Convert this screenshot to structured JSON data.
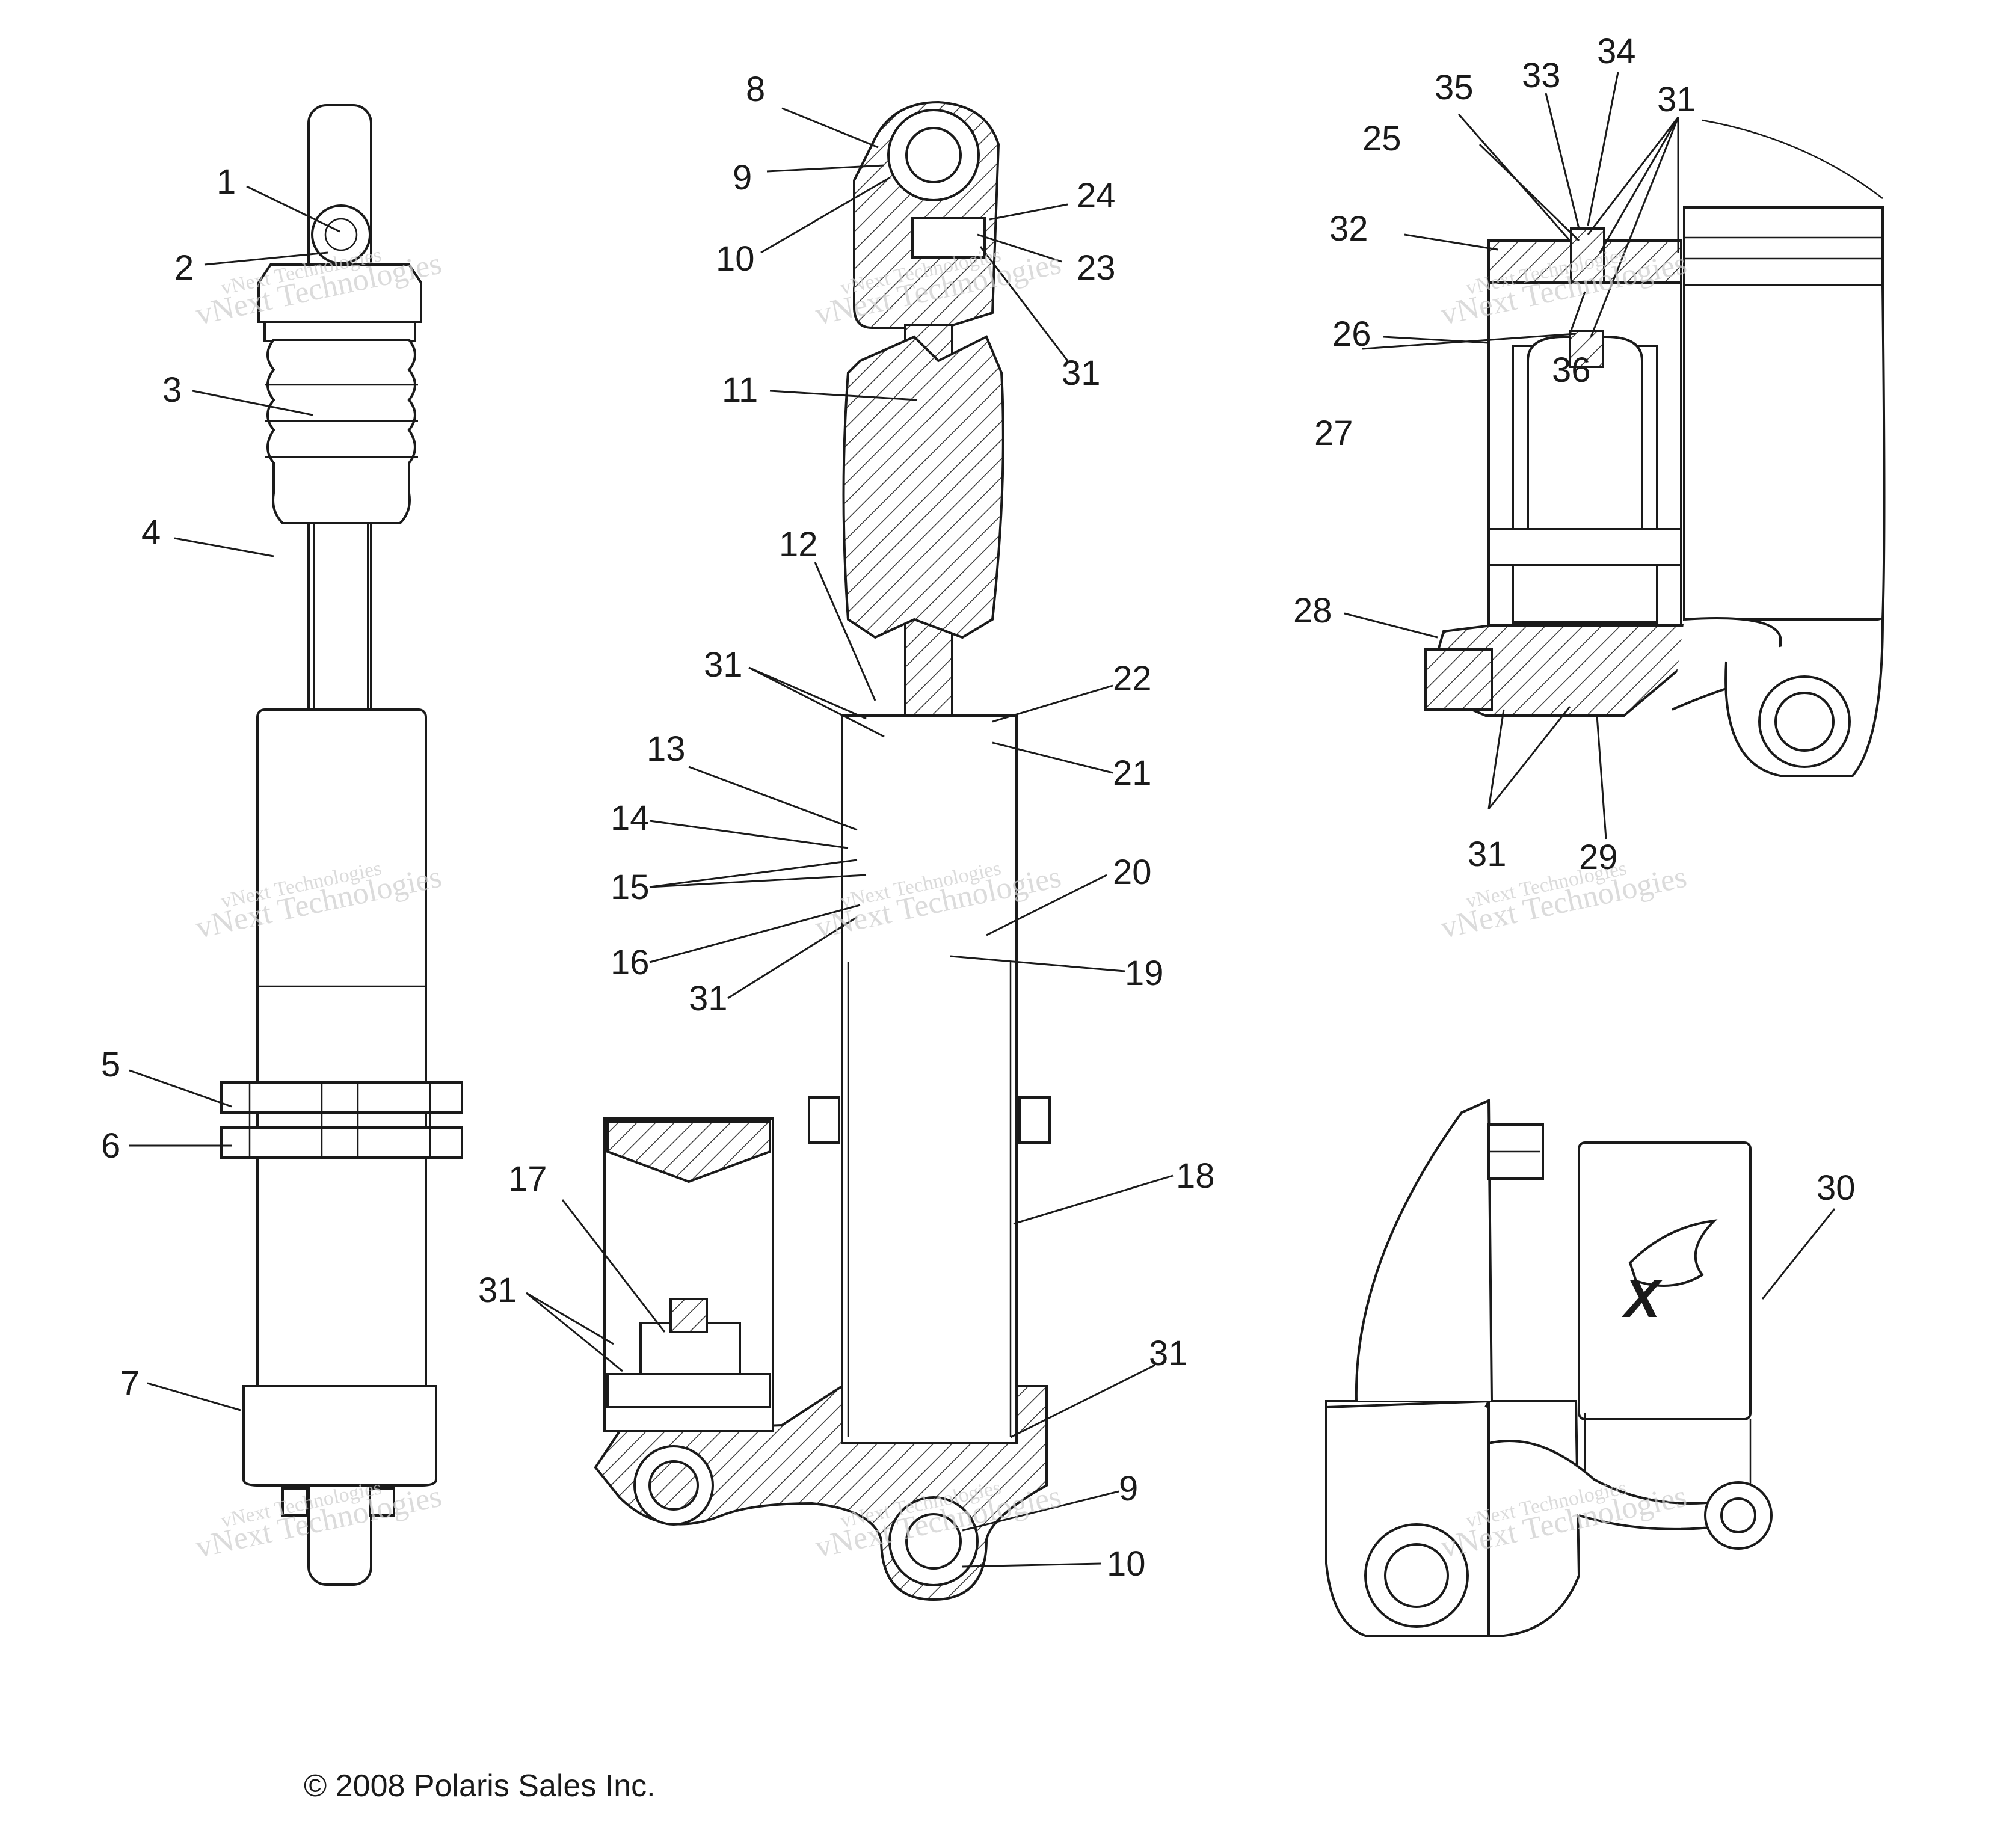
{
  "copyright": "© 2008  Polaris Sales Inc.",
  "watermark": {
    "line1": "vNext Technologies",
    "line2": "vNext Technologies"
  },
  "callouts": [
    {
      "id": "c1",
      "text": "1"
    },
    {
      "id": "c2",
      "text": "2"
    },
    {
      "id": "c3",
      "text": "3"
    },
    {
      "id": "c4",
      "text": "4"
    },
    {
      "id": "c5",
      "text": "5"
    },
    {
      "id": "c6",
      "text": "6"
    },
    {
      "id": "c7",
      "text": "7"
    },
    {
      "id": "c8",
      "text": "8"
    },
    {
      "id": "c9a",
      "text": "9"
    },
    {
      "id": "c10a",
      "text": "10"
    },
    {
      "id": "c11",
      "text": "11"
    },
    {
      "id": "c12",
      "text": "12"
    },
    {
      "id": "c13",
      "text": "13"
    },
    {
      "id": "c14",
      "text": "14"
    },
    {
      "id": "c15",
      "text": "15"
    },
    {
      "id": "c16",
      "text": "16"
    },
    {
      "id": "c17",
      "text": "17"
    },
    {
      "id": "c18",
      "text": "18"
    },
    {
      "id": "c19",
      "text": "19"
    },
    {
      "id": "c20",
      "text": "20"
    },
    {
      "id": "c21",
      "text": "21"
    },
    {
      "id": "c22",
      "text": "22"
    },
    {
      "id": "c23",
      "text": "23"
    },
    {
      "id": "c24",
      "text": "24"
    },
    {
      "id": "c25",
      "text": "25"
    },
    {
      "id": "c26",
      "text": "26"
    },
    {
      "id": "c27",
      "text": "27"
    },
    {
      "id": "c28",
      "text": "28"
    },
    {
      "id": "c29",
      "text": "29"
    },
    {
      "id": "c30",
      "text": "30"
    },
    {
      "id": "c31a",
      "text": "31"
    },
    {
      "id": "c31b",
      "text": "31"
    },
    {
      "id": "c31c",
      "text": "31"
    },
    {
      "id": "c31d",
      "text": "31"
    },
    {
      "id": "c31e",
      "text": "31"
    },
    {
      "id": "c31f",
      "text": "31"
    },
    {
      "id": "c31g",
      "text": "31"
    },
    {
      "id": "c32",
      "text": "32"
    },
    {
      "id": "c33",
      "text": "33"
    },
    {
      "id": "c34",
      "text": "34"
    },
    {
      "id": "c35",
      "text": "35"
    },
    {
      "id": "c36",
      "text": "36"
    },
    {
      "id": "c9b",
      "text": "9"
    },
    {
      "id": "c10b",
      "text": "10"
    }
  ]
}
